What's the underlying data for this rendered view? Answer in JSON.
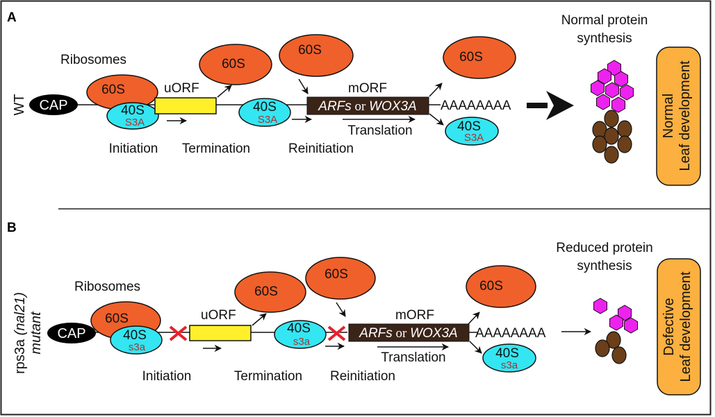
{
  "colors": {
    "ribosome_60s": "#f0602a",
    "ribosome_40s": "#33e6f2",
    "uorf": "#fff02a",
    "morf": "#3a2418",
    "protein_hex": "#ee22ee",
    "protein_oval": "#6b3f1a",
    "outcome_box": "#fbb040",
    "block_x": "#e8202a",
    "subunit_text": "#b04040"
  },
  "panels": [
    {
      "letter": "A",
      "condition": "WT",
      "condition_italic": "",
      "condition_line2": "",
      "ribosomes_label": "Ribosomes",
      "cap": "CAP",
      "s60": "60S",
      "s40": "40S",
      "s3": "S3A",
      "uorf_label": "uORF",
      "morf_label": "mORF",
      "morf_text": {
        "gene1": "ARFs",
        "or": " or ",
        "gene2": "WOX3A"
      },
      "polya": "AAAAAAAA",
      "steps": [
        "Initiation",
        "Termination",
        "Reinitiation"
      ],
      "translation": "Translation",
      "synthesis_line1": "Normal protein",
      "synthesis_line2": "synthesis",
      "outcome_line1": "Normal",
      "outcome_line2": "Leaf development",
      "blocked": false
    },
    {
      "letter": "B",
      "condition": "rps3a ",
      "condition_italic": "(nal21)",
      "condition_line2": "mutant",
      "ribosomes_label": "Ribosomes",
      "cap": "CAP",
      "s60": "60S",
      "s40": "40S",
      "s3": "s3a",
      "uorf_label": "uORF",
      "morf_label": "mORF",
      "morf_text": {
        "gene1": "ARFs",
        "or": " or ",
        "gene2": "WOX3A"
      },
      "polya": "AAAAAAAA",
      "steps": [
        "Initiation",
        "Termination",
        "Reinitiation"
      ],
      "translation": "Translation",
      "synthesis_line1": "Reduced protein",
      "synthesis_line2": "synthesis",
      "outcome_line1": "Defective",
      "outcome_line2": "Leaf development",
      "blocked": true
    }
  ]
}
